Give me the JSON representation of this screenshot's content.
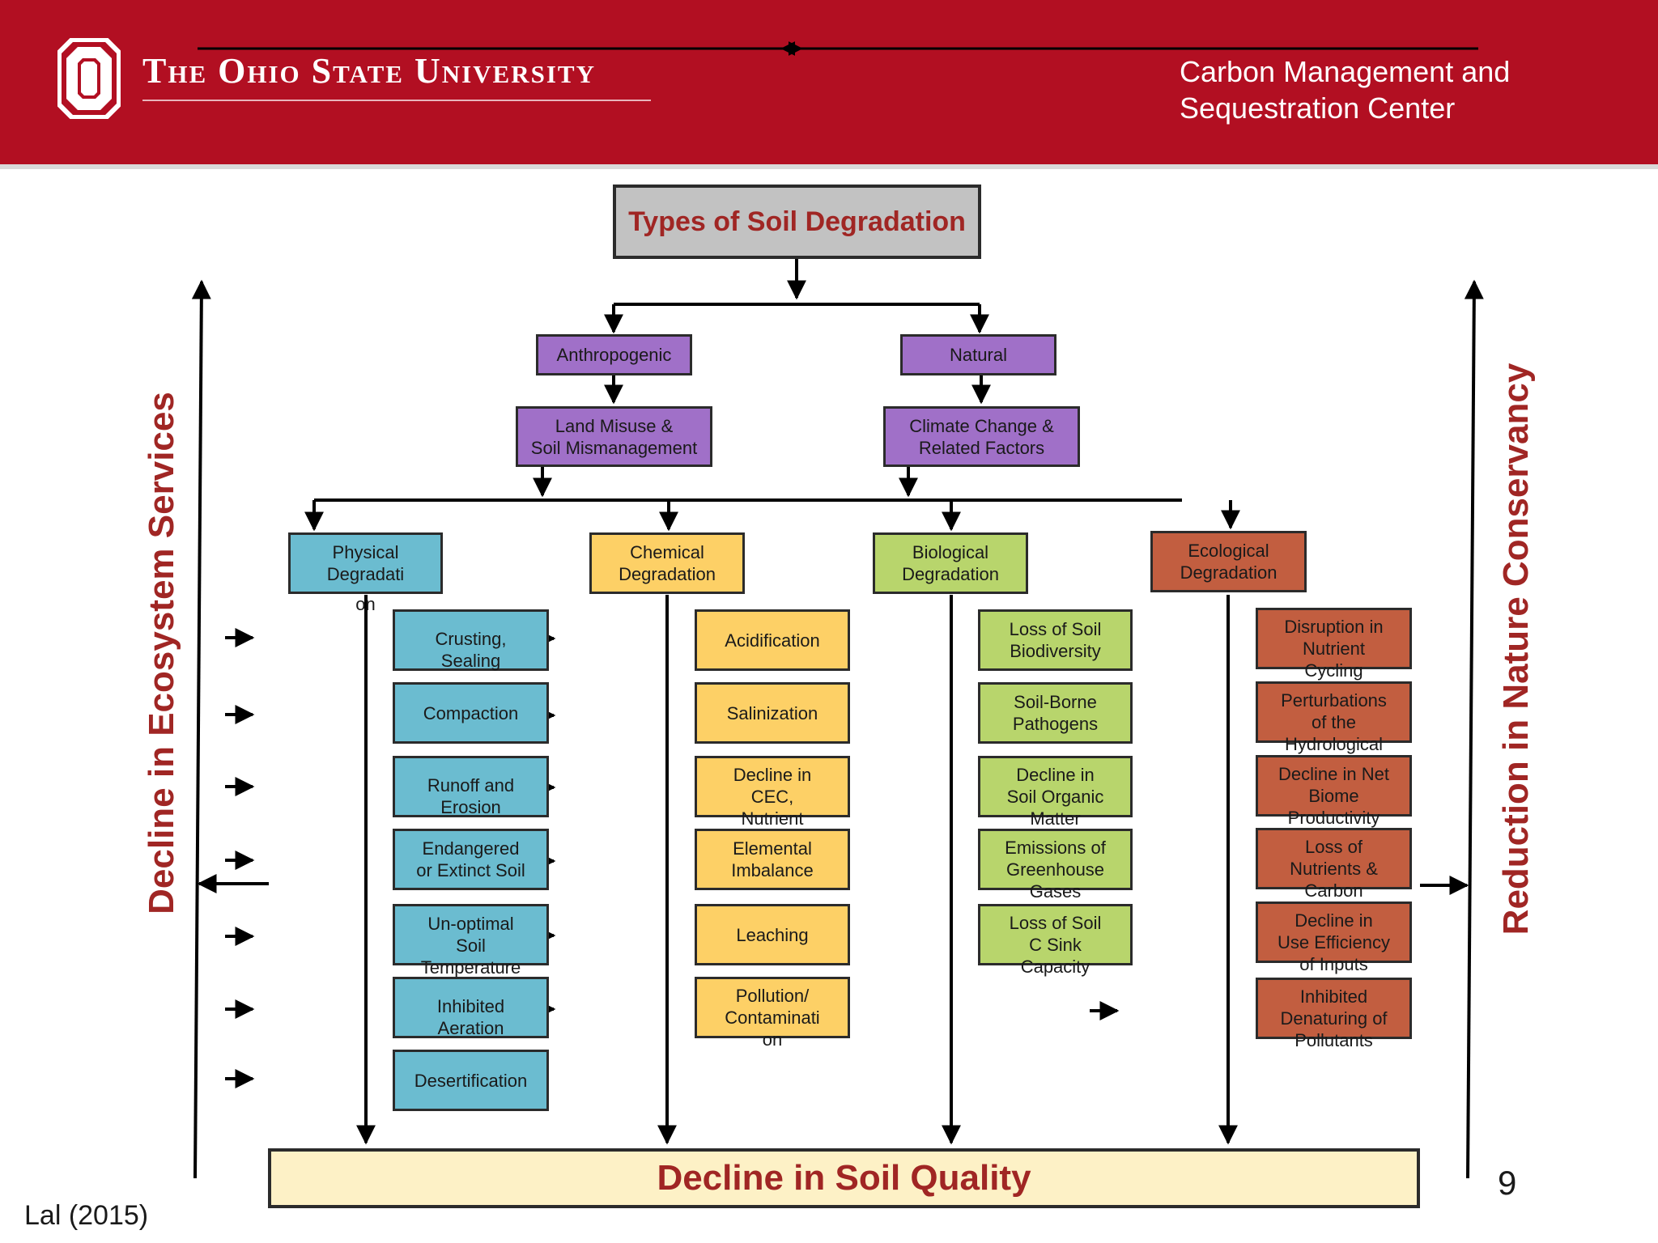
{
  "header": {
    "university": "The Ohio State University",
    "center_line1": "Carbon Management and",
    "center_line2": "Sequestration Center",
    "logo_icon": "block-o-logo-icon",
    "brand_color": "#b20f22"
  },
  "diagram": {
    "title": "Types of Soil Degradation",
    "sources": [
      "Anthropogenic",
      "Natural"
    ],
    "causes": [
      [
        "Land Misuse &",
        "Soil Mismanagement"
      ],
      [
        "Climate Change &",
        "Related Factors"
      ]
    ],
    "categories": [
      [
        "Physical",
        "Degradati",
        "on"
      ],
      [
        "Chemical",
        "Degradation"
      ],
      [
        "Biological",
        "Degradation"
      ],
      [
        "Ecological",
        "Degradation"
      ]
    ],
    "physical_items": [
      [
        "Crusting,",
        "Sealing"
      ],
      [
        "Compaction"
      ],
      [
        "Runoff and",
        "Erosion"
      ],
      [
        "Endangered",
        "or Extinct Soil"
      ],
      [
        "Un-optimal",
        "Soil",
        "Temperature"
      ],
      [
        "Inhibited",
        "Aeration"
      ],
      [
        "Desertification"
      ]
    ],
    "chemical_items": [
      [
        "Acidification"
      ],
      [
        "Salinization"
      ],
      [
        "Decline in",
        "CEC,",
        "Nutrient"
      ],
      [
        "Elemental",
        "Imbalance"
      ],
      [
        "Leaching"
      ],
      [
        "Pollution/",
        "Contaminati",
        "on"
      ]
    ],
    "biological_items": [
      [
        "Loss of Soil",
        "Biodiversity"
      ],
      [
        "Soil-Borne",
        "Pathogens"
      ],
      [
        "Decline in",
        "Soil Organic",
        "Matter"
      ],
      [
        "Emissions of",
        "Greenhouse",
        "Gases"
      ],
      [
        "Loss of Soil",
        "C Sink",
        "Capacity"
      ]
    ],
    "ecological_items": [
      [
        "Disruption in",
        "Nutrient",
        "Cycling"
      ],
      [
        "Perturbations",
        "of the",
        "Hydrological"
      ],
      [
        "Decline in Net",
        "Biome",
        "Productivity"
      ],
      [
        "Loss of",
        "Nutrients &",
        "Carbon"
      ],
      [
        "Decline in",
        "Use Efficiency",
        "of Inputs"
      ],
      [
        "Inhibited",
        "Denaturing of",
        "Pollutants"
      ]
    ],
    "bottom_label": "Decline in Soil Quality",
    "left_label": "Decline in Ecosystem Services",
    "right_label": "Reduction in Nature Conservancy",
    "colors": {
      "title": "#c2c2c2",
      "purple": "#a070c8",
      "physical": "#6bbcd0",
      "chemical": "#fdd066",
      "biological": "#b8d56c",
      "ecological": "#c25e40",
      "quality": "#fdf1c6",
      "label_red": "#a02624"
    }
  },
  "citation": "Lal (2015)",
  "page_number": "9"
}
